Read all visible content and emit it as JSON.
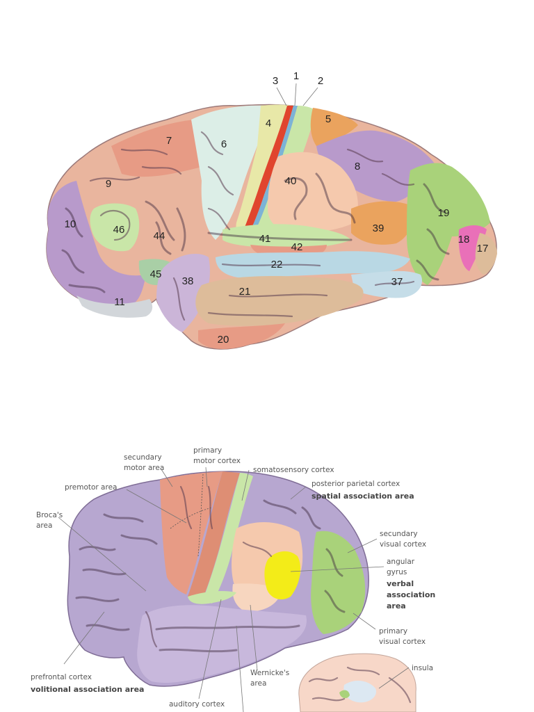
{
  "brodmann": {
    "numbers": [
      "1",
      "2",
      "3",
      "4",
      "5",
      "6",
      "7",
      "8",
      "9",
      "10",
      "11",
      "17",
      "18",
      "19",
      "20",
      "21",
      "22",
      "37",
      "38",
      "39",
      "40",
      "41",
      "42",
      "44",
      "45",
      "46"
    ]
  },
  "functional": {
    "labels": {
      "secundary_motor_area": [
        "secundary",
        "motor area"
      ],
      "primary_motor_cortex": [
        "primary",
        "motor cortex"
      ],
      "somatosensory_cortex": "somatosensory cortex",
      "premotor_area": "premotor area",
      "brocas_area": [
        "Broca's",
        "area"
      ],
      "posterior_parietal_cortex": "posterior parietal cortex",
      "spatial_association_area": "spatial association area",
      "secundary_visual_cortex": [
        "secundary",
        "visual cortex"
      ],
      "angular_gyrus": [
        "angular",
        "gyrus"
      ],
      "verbal_association_area": [
        "verbal",
        "association",
        "area"
      ],
      "primary_visual_cortex": [
        "primary",
        "visual cortex"
      ],
      "prefrontal_cortex": "prefrontal cortex",
      "volitional_association_area": "volitional association area",
      "wernickes_area": [
        "Wernicke's",
        "area"
      ],
      "insula": "insula",
      "auditory_cortex": "auditory cortex"
    }
  },
  "colors": {
    "salmon": "#e9a58e",
    "peach": "#f5c9ad",
    "lightgreen": "#c9e6a8",
    "green": "#a9d27a",
    "purple": "#b89acb",
    "lightpurple": "#cbb5d8",
    "lightblue": "#b9d8e4",
    "mint": "#dceee7",
    "orange": "#eaa35e",
    "tan": "#ddbc9a",
    "pink": "#e970b8",
    "red": "#e0452e",
    "blue": "#5a9fd4",
    "yellow": "#f3ec18",
    "lavender": "#b7a7d0"
  }
}
